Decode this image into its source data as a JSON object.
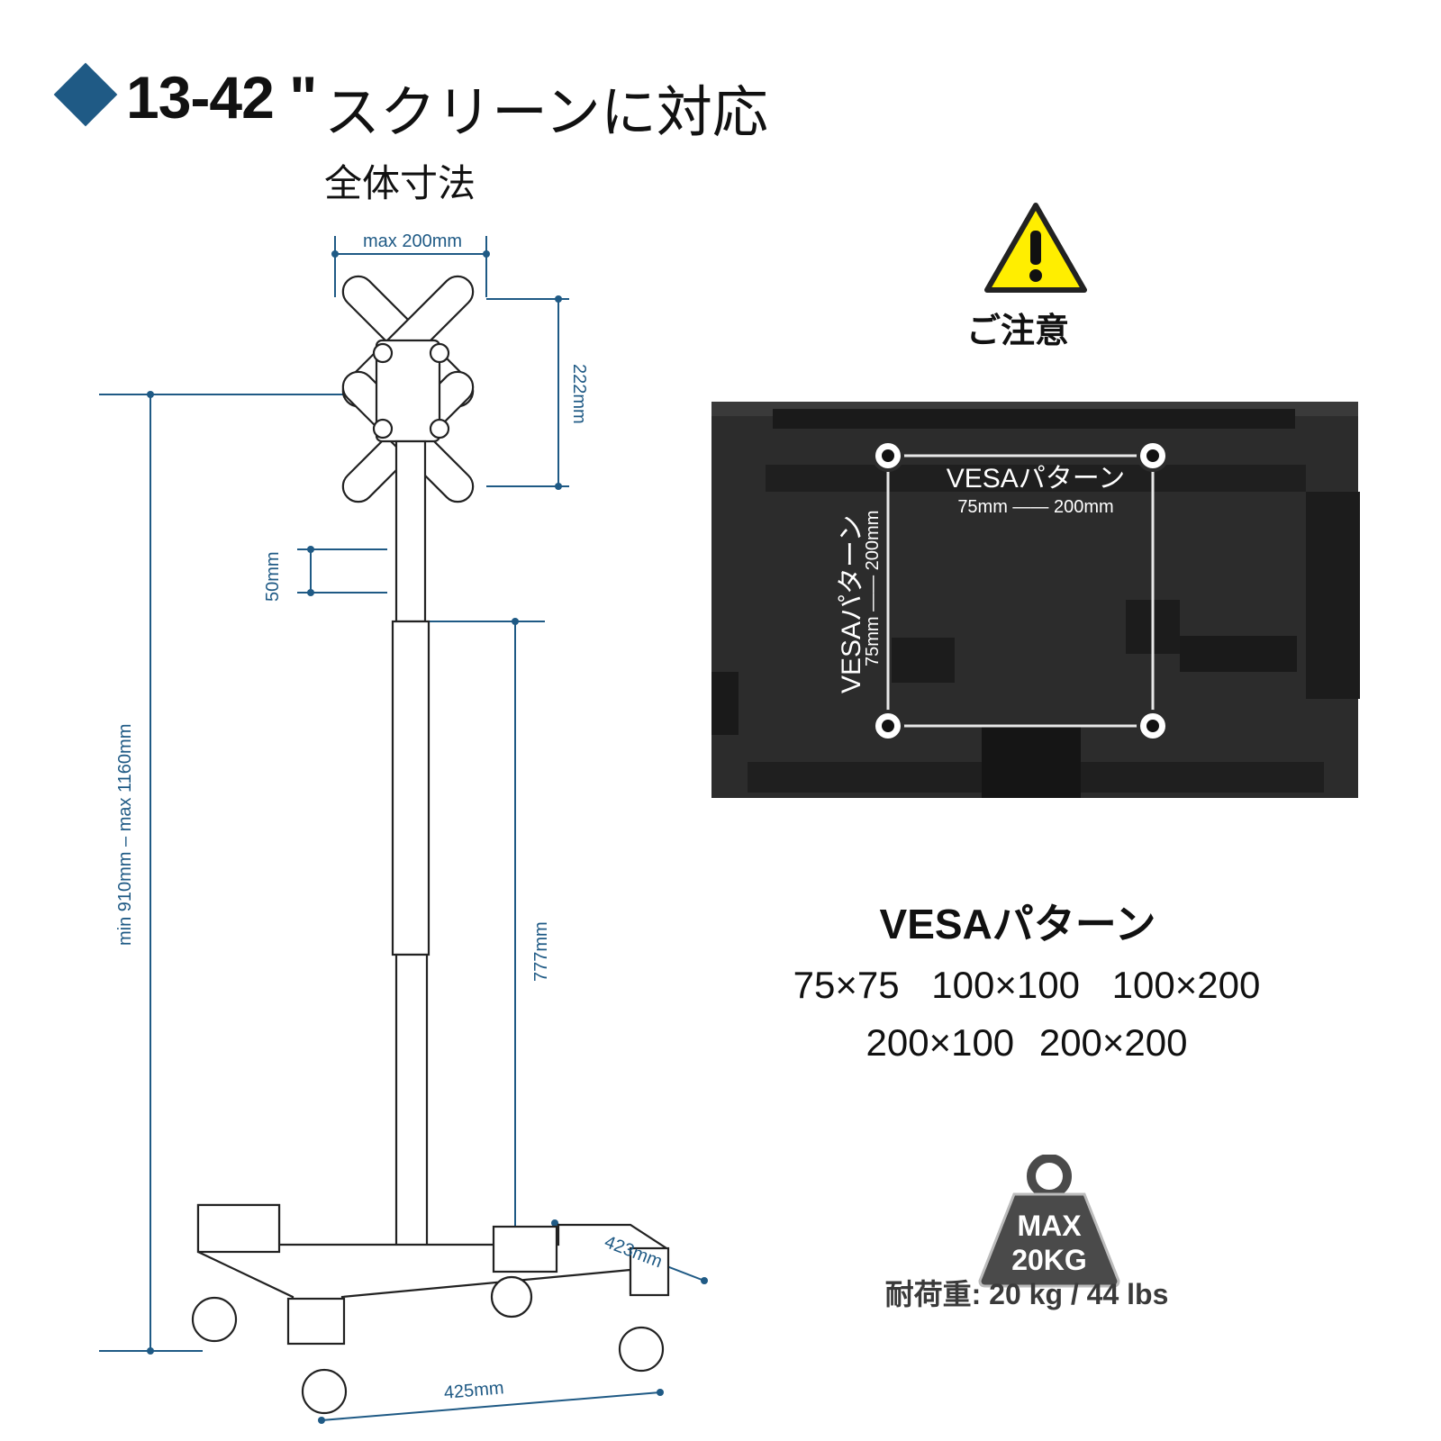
{
  "header": {
    "title_size": "13-42 \"",
    "title_text": "スクリーンに対応",
    "subtitle": "全体寸法"
  },
  "dimensions": {
    "mount_width": "max 200mm",
    "mount_height": "222mm",
    "hole_spacing": "50mm",
    "height_range": "min 910mm  –  max 1160mm",
    "lower_pole": "777mm",
    "base_depth": "423mm",
    "base_width": "425mm"
  },
  "caution": {
    "label": "ご注意",
    "icon": "warning-triangle-icon"
  },
  "tv_overlay": {
    "horizontal_label": "VESAパターン",
    "horizontal_range": "75mm —— 200mm",
    "vertical_label": "VESAパターン",
    "vertical_range": "75mm —— 200mm"
  },
  "vesa": {
    "title": "VESAパターン",
    "row1": "75×75 100×100 100×200",
    "row2": "200×100 200×200"
  },
  "weight": {
    "badge_line1": "MAX",
    "badge_line2": "20KG",
    "label": "耐荷重: 20 kg / 44 lbs",
    "icon": "weight-icon"
  },
  "colors": {
    "accent": "#1f5a85",
    "warning": "#ffee00",
    "tv_body": "#2a2a2a",
    "weight_badge": "#4a4a4a"
  }
}
